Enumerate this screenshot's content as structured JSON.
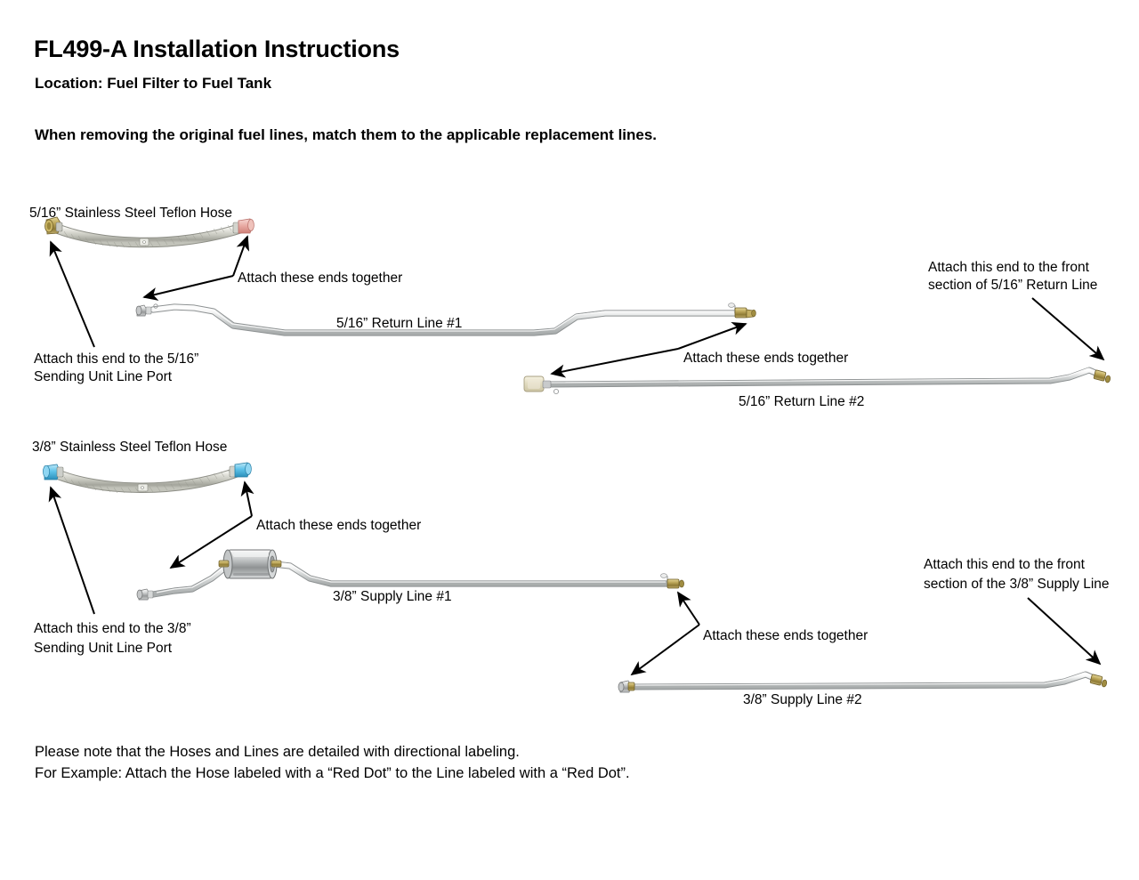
{
  "document": {
    "title": "FL499-A Installation Instructions",
    "subtitle": "Location: Fuel Filter to Fuel Tank",
    "instruction": "When removing the original fuel lines, match them to the applicable replacement lines.",
    "note_line_1": "Please note that the Hoses and Lines are detailed with directional labeling.",
    "note_line_2": "For Example: Attach the Hose labeled with a “Red Dot” to the Line labeled with a “Red Dot”."
  },
  "sections": {
    "upper": {
      "hose_label": "5/16” Stainless Steel Teflon Hose",
      "line1_label": "5/16” Return Line #1",
      "line2_label": "5/16” Return Line #2",
      "annotations": {
        "attach_ends_together_1": "Attach these ends together",
        "attach_ends_together_2": "Attach these ends together",
        "attach_sending_unit_line_1": "Attach this end to the 5/16”",
        "attach_sending_unit_line_2": "Sending Unit Line Port",
        "attach_front_section_line_1": "Attach this end to the front",
        "attach_front_section_line_2": "section of 5/16” Return Line"
      }
    },
    "lower": {
      "hose_label": "3/8” Stainless Steel Teflon Hose",
      "line1_label": "3/8” Supply Line #1",
      "line2_label": "3/8” Supply Line #2",
      "annotations": {
        "attach_ends_together_1": "Attach these ends together",
        "attach_ends_together_2": "Attach these ends together",
        "attach_sending_unit_line_1": "Attach this end to the 3/8”",
        "attach_sending_unit_line_2": "Sending Unit Line Port",
        "attach_front_section_line_1": "Attach this end to the front",
        "attach_front_section_line_2": "section of the 3/8” Supply Line"
      }
    }
  },
  "colors": {
    "background": "#ffffff",
    "text": "#000000",
    "arrow": "#000000",
    "steel_light": "#e9eaea",
    "steel_mid": "#bdc0c0",
    "steel_dark": "#8e9192",
    "braid_light": "#dcdcd6",
    "braid_dark": "#a8a9a2",
    "brass": "#b29a4a",
    "brass_dark": "#7d6a2c",
    "red_dot_marker": "#e8a9a2",
    "blue_dot_marker": "#5fc3ea",
    "cream_fitting": "#e3ddc6"
  },
  "markers": {
    "upper_hose_left_fitting": "brass-fitting",
    "upper_hose_right_fitting": "red-dot-marker",
    "lower_hose_left_fitting": "blue-dot-marker",
    "lower_hose_right_fitting": "blue-dot-marker"
  }
}
